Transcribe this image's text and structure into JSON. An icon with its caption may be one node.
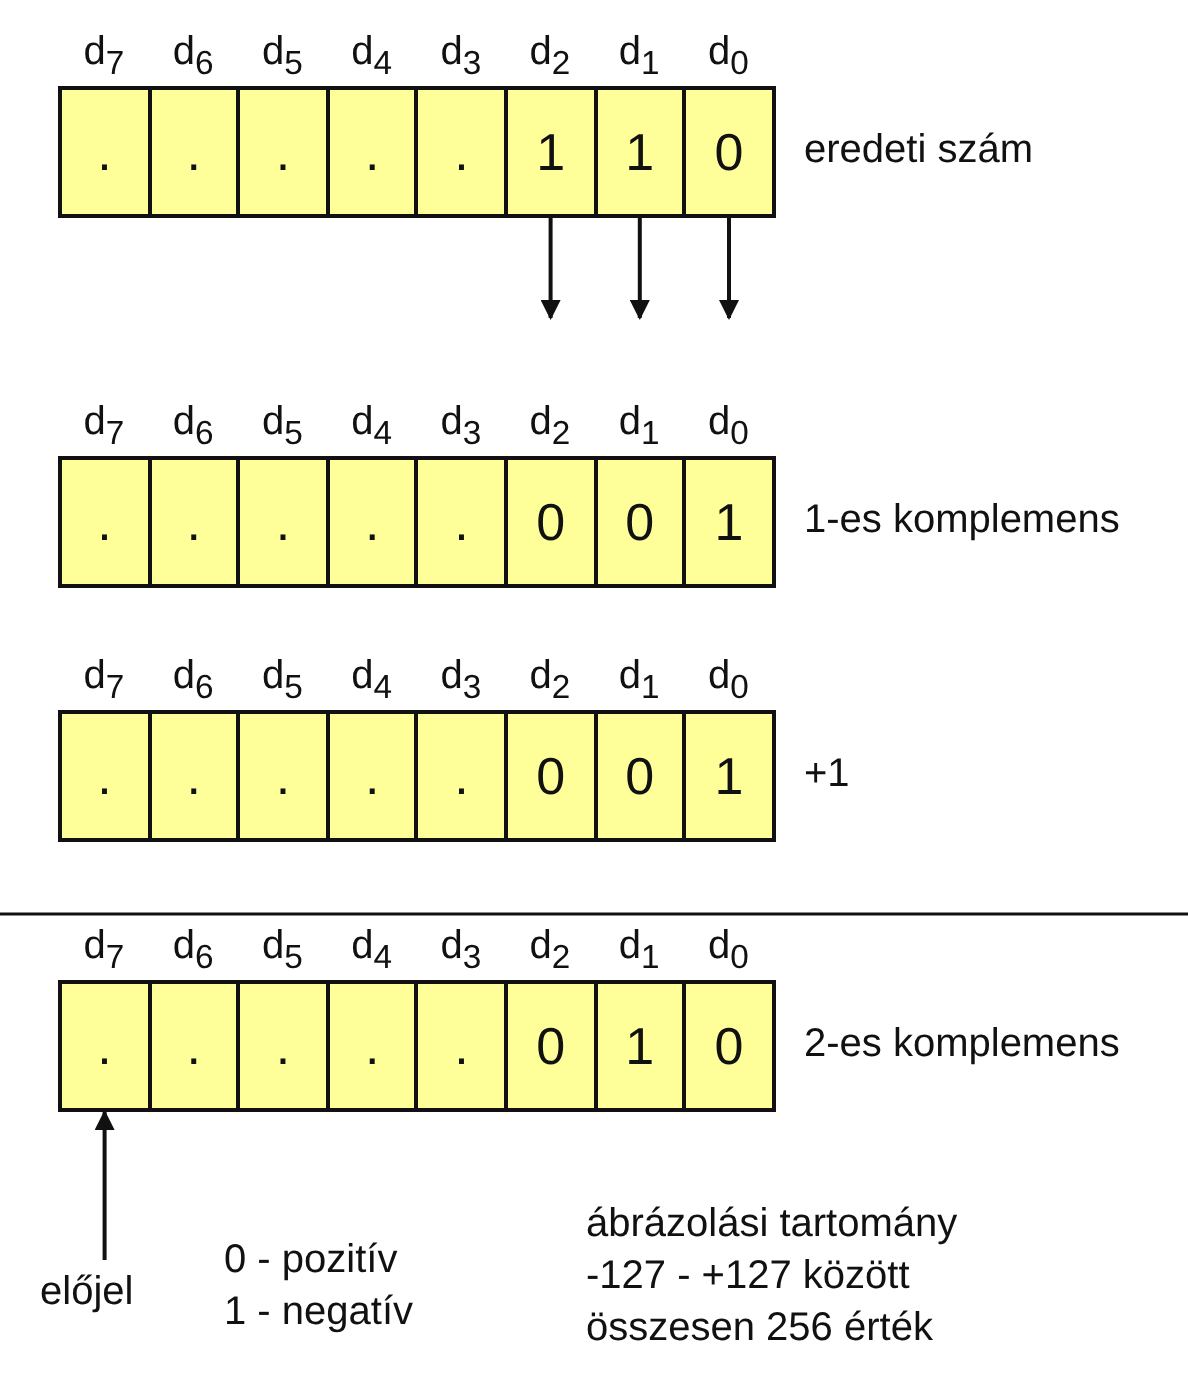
{
  "diagram": {
    "nodes": [
      {
        "text": [
          "."
        ]
      },
      {
        "text": [
          "."
        ]
      },
      {
        "text": [
          "."
        ]
      },
      {
        "text": [
          "."
        ]
      },
      {
        "text": [
          "."
        ]
      },
      {
        "text": [
          "1"
        ]
      },
      {
        "text": [
          "1"
        ]
      },
      {
        "text": [
          "0"
        ]
      },
      {
        "text": [
          "."
        ]
      },
      {
        "text": [
          "."
        ]
      },
      {
        "text": [
          "."
        ]
      },
      {
        "text": [
          "."
        ]
      },
      {
        "text": [
          "."
        ]
      },
      {
        "text": [
          "0"
        ]
      },
      {
        "text": [
          "0"
        ]
      },
      {
        "text": [
          "1"
        ]
      },
      {
        "text": [
          "."
        ]
      },
      {
        "text": [
          "."
        ]
      },
      {
        "text": [
          "."
        ]
      },
      {
        "text": [
          "."
        ]
      },
      {
        "text": [
          "."
        ]
      },
      {
        "text": [
          "0"
        ]
      },
      {
        "text": [
          "0"
        ]
      },
      {
        "text": [
          "1"
        ]
      },
      {
        "text": [
          "."
        ]
      },
      {
        "text": [
          "."
        ]
      },
      {
        "text": [
          "."
        ]
      },
      {
        "text": [
          "."
        ]
      },
      {
        "text": [
          "."
        ]
      },
      {
        "text": [
          "0"
        ]
      },
      {
        "text": [
          "1"
        ]
      },
      {
        "text": [
          "0"
        ]
      },
      {
        "text": [
          "előjel"
        ]
      }
    ],
    "edges": [
      {
        "from": 5,
        "to": null,
        "arrow": "to"
      },
      {
        "from": 6,
        "to": null,
        "arrow": "to"
      },
      {
        "from": 7,
        "to": null,
        "arrow": "to"
      },
      {
        "from": 32,
        "to": 24,
        "arrow": "to"
      }
    ],
    "labels": [
      "d$_{7}$",
      "d$_{6}$",
      "d$_{5}$",
      "d$_{4}$",
      "d$_{3}$",
      "d$_{2}$",
      "d$_{1}$",
      "d$_{0}$",
      "eredeti szám",
      "d$_{7}$",
      "d$_{6}$",
      "d$_{5}$",
      "d$_{4}$",
      "d$_{3}$",
      "d$_{2}$",
      "d$_{1}$",
      "d$_{0}$",
      "1-es komplemens",
      "d$_{7}$",
      "d$_{6}$",
      "d$_{5}$",
      "d$_{4}$",
      "d$_{3}$",
      "d$_{2}$",
      "d$_{1}$",
      "d$_{0}$",
      "+1",
      "d$_{7}$",
      "d$_{6}$",
      "d$_{5}$",
      "d$_{4}$",
      "d$_{3}$",
      "d$_{2}$",
      "d$_{1}$",
      "d$_{0}$",
      "2-es komplemens",
      "0 - pozitív",
      "1 - negatív",
      "ábrázolási tartomány",
      "-127 - +127 között",
      "összesen 256 érték"
    ]
  }
}
